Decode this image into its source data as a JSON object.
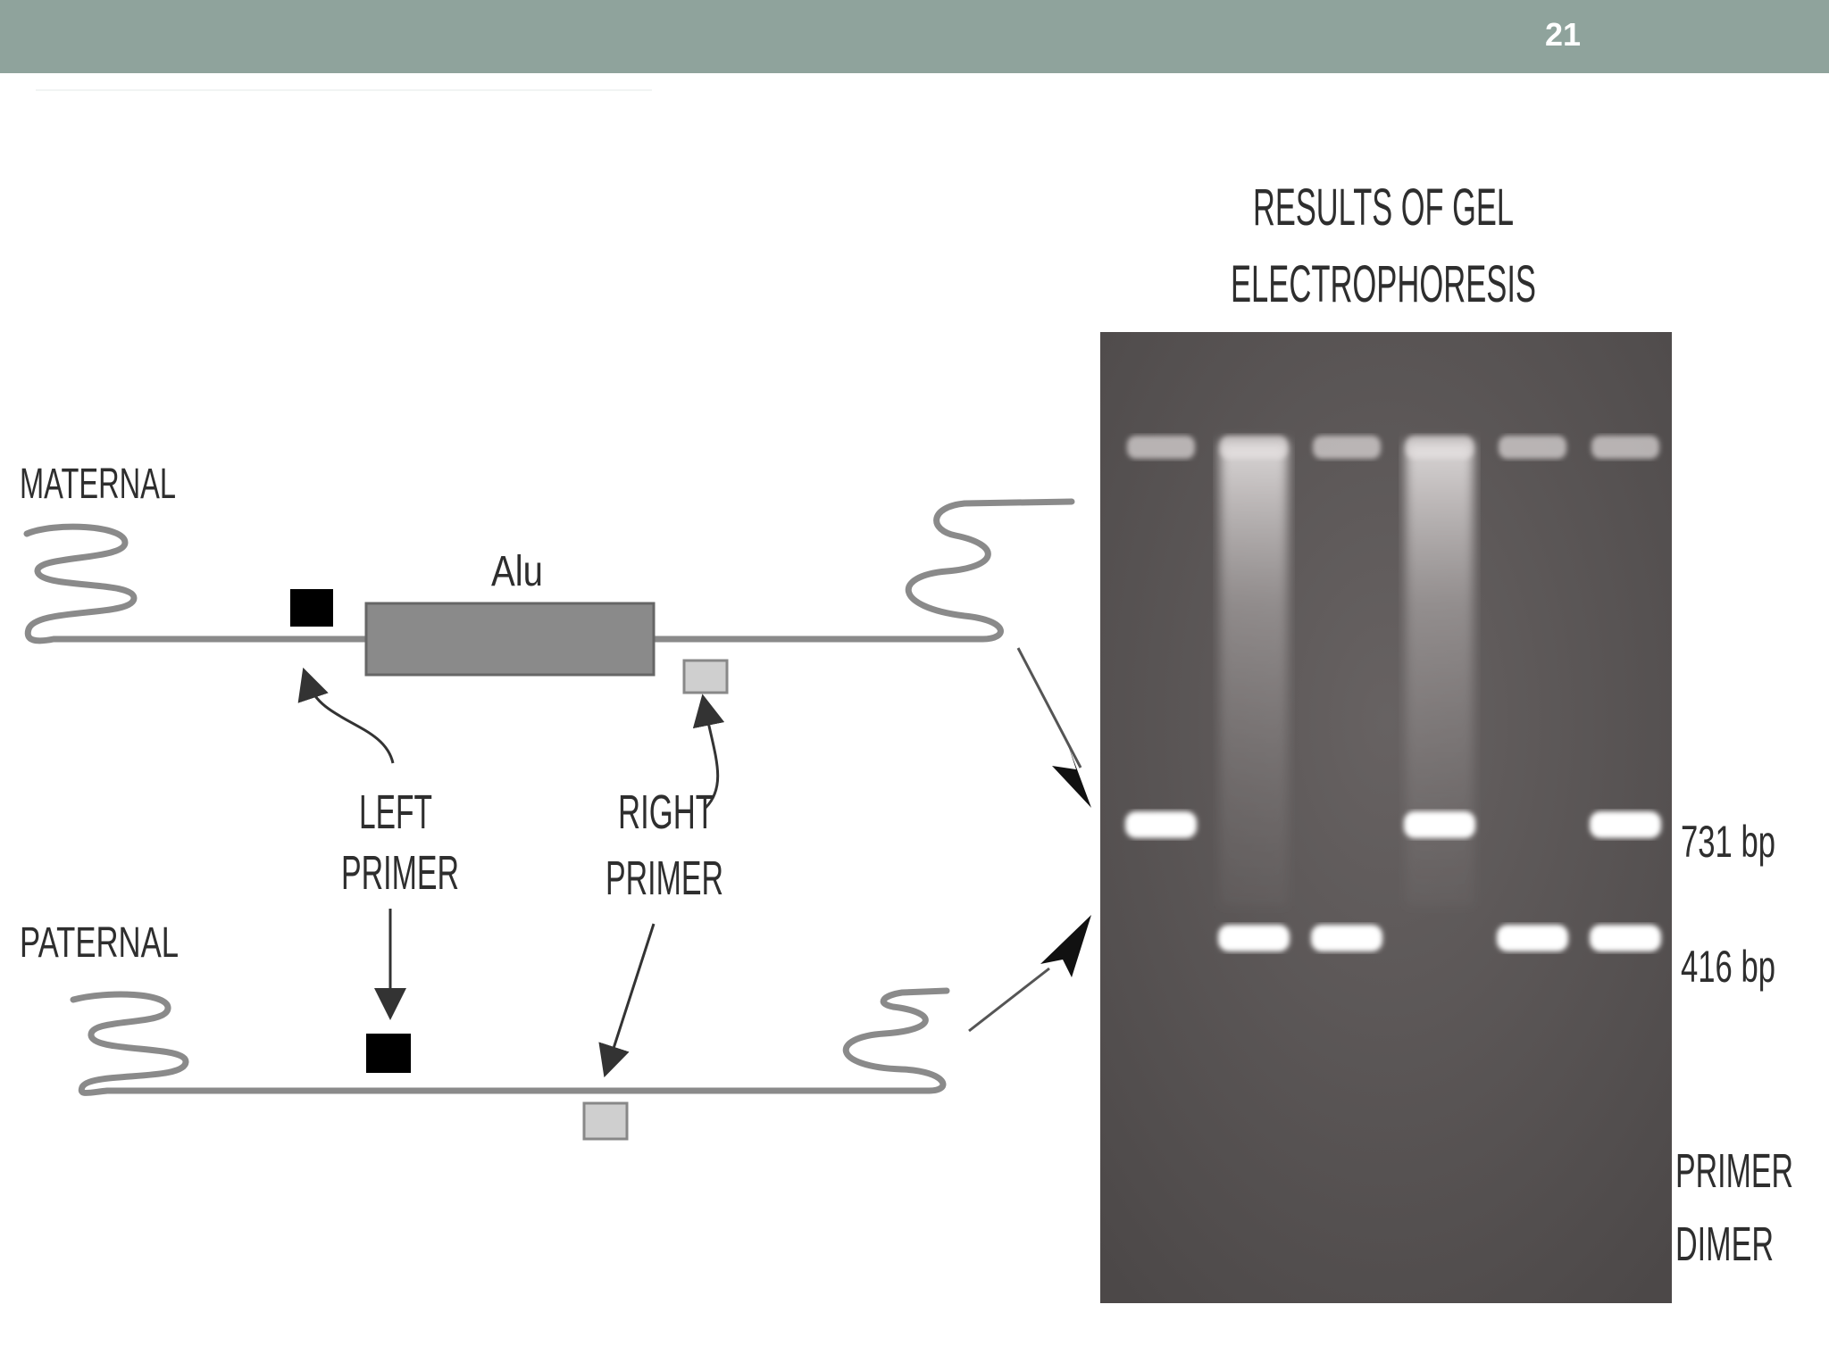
{
  "slide": {
    "number": "21"
  },
  "diagram": {
    "maternal_label": "MATERNAL",
    "paternal_label": "PATERNAL",
    "alu_label": "Alu",
    "left_primer_line1": "LEFT",
    "left_primer_line2": "PRIMER",
    "right_primer_line1": "RIGHT",
    "right_primer_line2": "PRIMER"
  },
  "gel": {
    "title_line1": "RESULTS OF GEL",
    "title_line2": "ELECTROPHORESIS",
    "band_label_731": "731 bp",
    "band_label_416": "416 bp",
    "primer_dimer_line1": "PRIMER",
    "primer_dimer_line2": "DIMER",
    "lanes": [
      {
        "bands": [
          "731"
        ]
      },
      {
        "bands": [
          "416"
        ]
      },
      {
        "bands": [
          "416"
        ]
      },
      {
        "bands": [
          "731"
        ]
      },
      {
        "bands": [
          "416"
        ]
      },
      {
        "bands": [
          "731",
          "416"
        ]
      }
    ]
  },
  "colors": {
    "header_bar": "#8fa39c",
    "alu_box": "#8a8a8a",
    "gel_background": "#5a5656",
    "left_primer": "#000000",
    "right_primer": "#cfcfcf"
  }
}
